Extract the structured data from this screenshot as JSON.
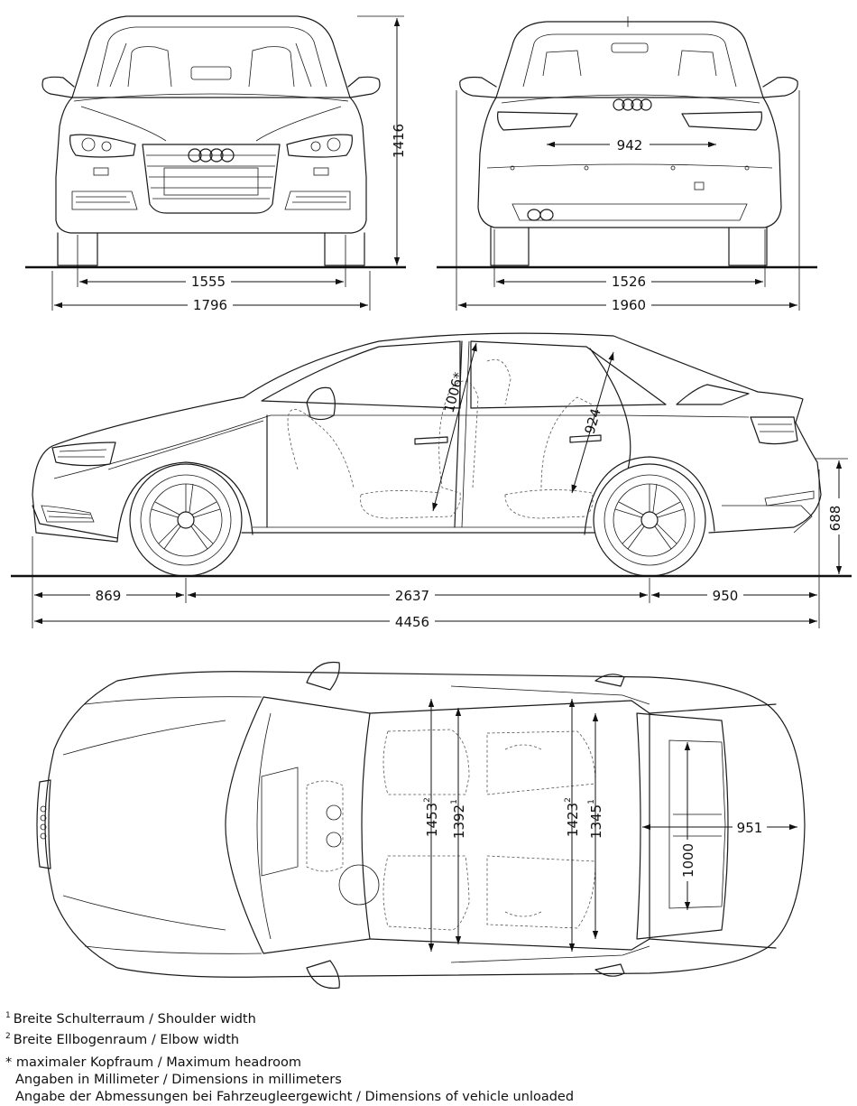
{
  "front_view": {
    "track": "1555",
    "width": "1796",
    "height": "1416"
  },
  "rear_view": {
    "track": "1526",
    "width_mirrors": "1960",
    "trunk_opening": "942"
  },
  "side_view": {
    "front_overhang": "869",
    "wheelbase": "2637",
    "rear_overhang": "950",
    "length": "4456",
    "headroom": "1006*",
    "rear_headroom": "924",
    "load_sill": "688"
  },
  "top_view": {
    "front_elbow": "1453",
    "front_elbow_mark": "2",
    "front_shoulder": "1392",
    "front_shoulder_mark": "1",
    "rear_elbow": "1423",
    "rear_elbow_mark": "2",
    "rear_shoulder": "1345",
    "rear_shoulder_mark": "1",
    "trunk_length": "951",
    "trunk_width": "1000"
  },
  "legend": {
    "n1_mark": "1",
    "n1_text": "Breite Schulterraum / Shoulder width",
    "n2_mark": "2",
    "n2_text": "Breite Ellbogenraum / Elbow width",
    "star_text": "* maximaler Kopfraum / Maximum headroom",
    "units_text": "Angaben in Millimeter / Dimensions in millimeters",
    "unloaded_text": "Angabe der Abmessungen bei Fahrzeugleergewicht / Dimensions of vehicle unloaded"
  },
  "colors": {
    "line": "#1a1a1a",
    "background": "#ffffff"
  }
}
